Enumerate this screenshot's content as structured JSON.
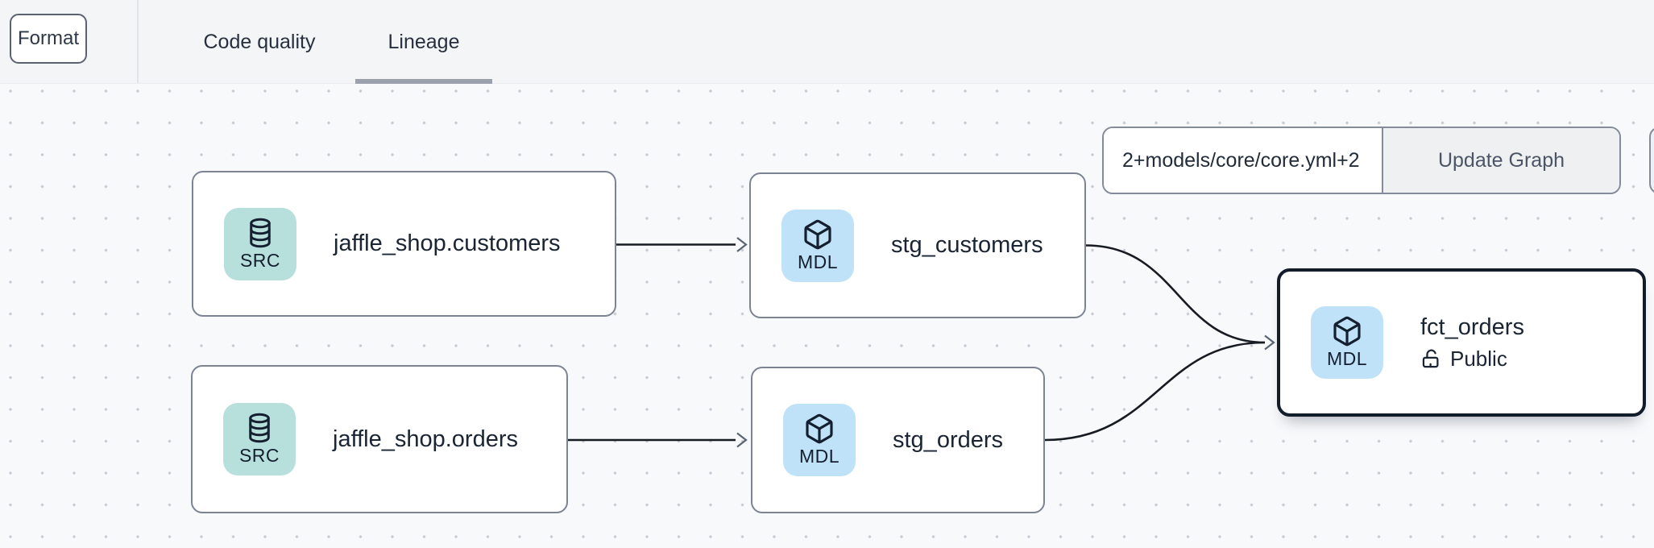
{
  "header": {
    "format_button_label": "Format",
    "tabs": [
      {
        "label": "Code quality",
        "active": false
      },
      {
        "label": "Lineage",
        "active": true
      }
    ]
  },
  "lineage_toolbar": {
    "selector_value": "2+models/core/core.yml+2",
    "update_graph_label": "Update Graph"
  },
  "graph": {
    "nodes": [
      {
        "label": "jaffle_shop.customers",
        "kind": "SRC",
        "icon": "database-icon",
        "selected": false
      },
      {
        "label": "stg_customers",
        "kind": "MDL",
        "icon": "model-cube-icon",
        "selected": false
      },
      {
        "label": "jaffle_shop.orders",
        "kind": "SRC",
        "icon": "database-icon",
        "selected": false
      },
      {
        "label": "stg_orders",
        "kind": "MDL",
        "icon": "model-cube-icon",
        "selected": false
      },
      {
        "label": "fct_orders",
        "kind": "MDL",
        "icon": "model-cube-icon",
        "access": "Public",
        "access_icon": "unlock-icon",
        "selected": true
      }
    ],
    "edges": [
      {
        "from": "jaffle_shop.customers",
        "to": "stg_customers"
      },
      {
        "from": "jaffle_shop.orders",
        "to": "stg_orders"
      },
      {
        "from": "stg_customers",
        "to": "fct_orders"
      },
      {
        "from": "stg_orders",
        "to": "fct_orders"
      }
    ]
  },
  "colors": {
    "source_badge_bg": "#b7e0dd",
    "model_badge_bg": "#c0e2f8",
    "node_border": "#7c8494",
    "selected_node_border": "#121c2b",
    "active_tab_underline": "#9aa1ac",
    "edge_stroke": "#171b22"
  }
}
